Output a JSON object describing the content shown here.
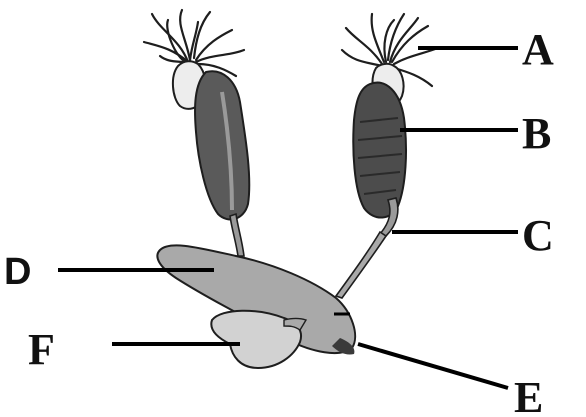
{
  "diagram": {
    "labels": {
      "A": "A",
      "B": "B",
      "C": "C",
      "D": "D",
      "E": "E",
      "F": "F"
    },
    "colors": {
      "body": "#5a5a5a",
      "stomach_dark": "#3f3f3f",
      "stalk": "#9a9a9a",
      "base": "#a9a9a9",
      "gland": "#d2d2d2",
      "tentacle": "#ffffff",
      "outline": "#1e1e1e",
      "line": "#000000"
    }
  }
}
